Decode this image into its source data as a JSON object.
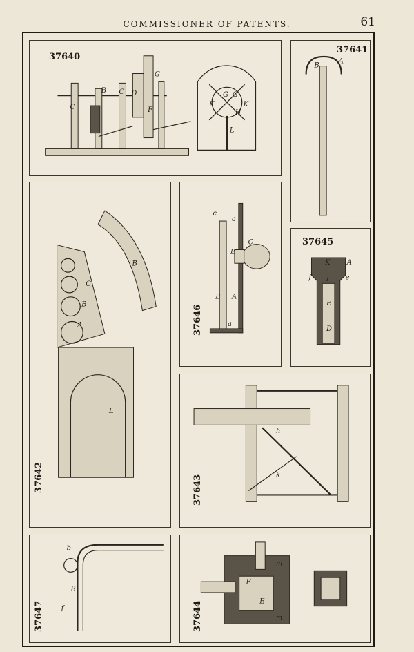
{
  "header": {
    "title": "COMMISSIONER OF PATENTS.",
    "page_number": "61"
  },
  "patents": [
    {
      "id": "fig-37640",
      "number": "37640"
    },
    {
      "id": "fig-37641",
      "number": "37641"
    },
    {
      "id": "fig-37642",
      "number": "37642"
    },
    {
      "id": "fig-37643",
      "number": "37643"
    },
    {
      "id": "fig-37644",
      "number": "37644"
    },
    {
      "id": "fig-37645",
      "number": "37645"
    },
    {
      "id": "fig-37646",
      "number": "37646"
    },
    {
      "id": "fig-37647",
      "number": "37647"
    }
  ],
  "labels": {
    "p37640": [
      "C",
      "B",
      "C",
      "D",
      "G",
      "F",
      "K",
      "K",
      "G",
      "G",
      "H",
      "L"
    ],
    "p37641": [
      "B",
      "A"
    ],
    "p37642": [
      "A",
      "B",
      "C",
      "L",
      "B"
    ],
    "p37643": [
      "h",
      "k"
    ],
    "p37644": [
      "F",
      "E",
      "m",
      "m"
    ],
    "p37645": [
      "K",
      "A",
      "f",
      "I",
      "e",
      "E",
      "D"
    ],
    "p37646": [
      "c",
      "a",
      "E",
      "C",
      "B",
      "A",
      "a"
    ],
    "p37647": [
      "b",
      "B",
      "f"
    ]
  }
}
